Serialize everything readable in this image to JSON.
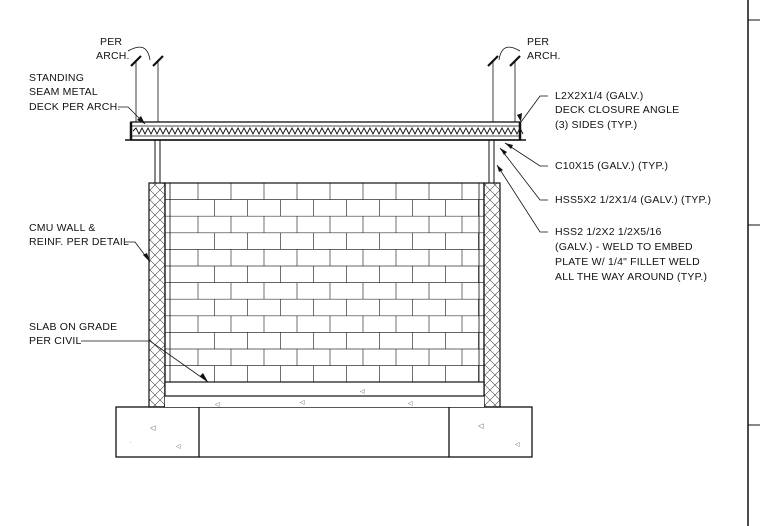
{
  "notes": {
    "per_arch_left_1": "PER",
    "per_arch_left_2": "ARCH.",
    "per_arch_right_1": "PER",
    "per_arch_right_2": "ARCH.",
    "standing_seam_1": "STANDING",
    "standing_seam_2": "SEAM METAL",
    "standing_seam_3": "DECK PER ARCH.",
    "closure_angle_1": "L2X2X1/4 (GALV.)",
    "closure_angle_2": "DECK CLOSURE ANGLE",
    "closure_angle_3": "(3) SIDES (TYP.)",
    "channel": "C10X15 (GALV.) (TYP.)",
    "hss_beam": "HSS5X2 1/2X1/4 (GALV.) (TYP.)",
    "hss_post_1": "HSS2 1/2X2 1/2X5/16",
    "hss_post_2": "(GALV.) - WELD TO EMBED",
    "hss_post_3": "PLATE W/ 1/4\" FILLET WELD",
    "hss_post_4": "ALL THE WAY AROUND (TYP.)",
    "cmu_wall_1": "CMU WALL &",
    "cmu_wall_2": "REINF. PER DETAIL",
    "slab_1": "SLAB ON GRADE",
    "slab_2": "PER CIVIL"
  }
}
